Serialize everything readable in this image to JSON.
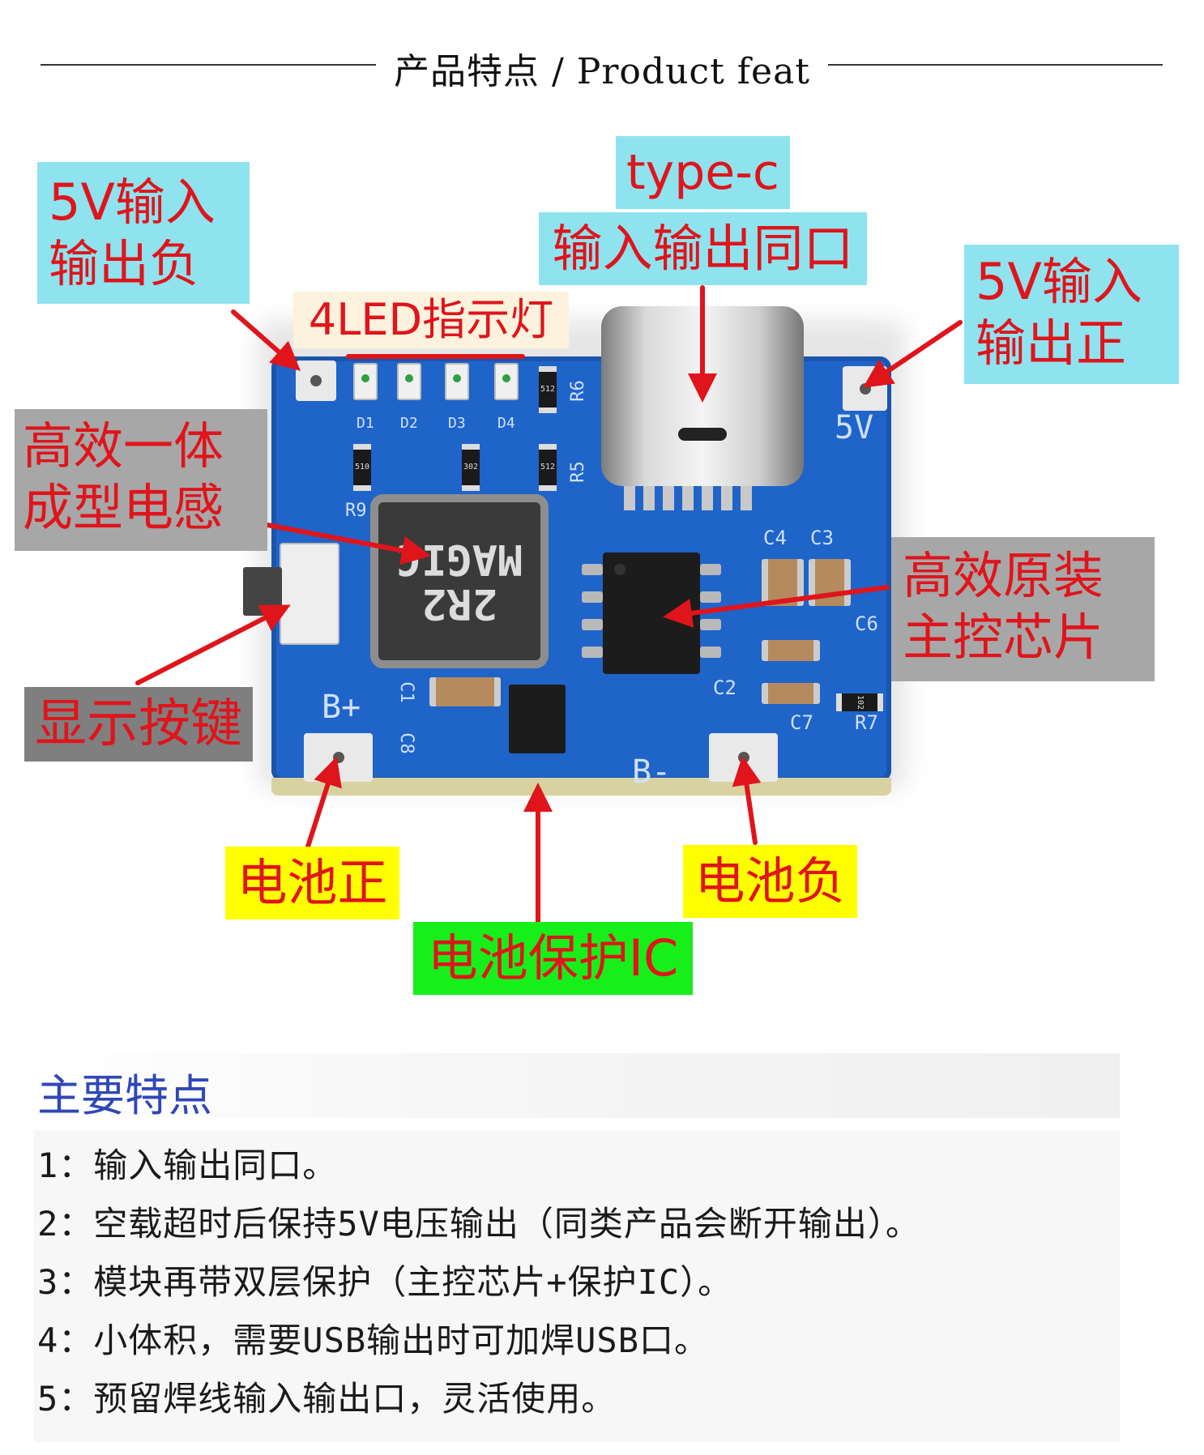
{
  "header": {
    "title": "产品特点 / Product feat"
  },
  "callouts": {
    "input_neg": [
      "5V输入",
      "输出负"
    ],
    "type_c": [
      "type-c",
      "输入输出同口"
    ],
    "input_pos": [
      "5V输入",
      "输出正"
    ],
    "led_indicator": "4LED指示灯",
    "inductor": [
      "高效一体",
      "成型电感"
    ],
    "main_chip": [
      "高效原装",
      "主控芯片"
    ],
    "display_button": "显示按键",
    "battery_pos": "电池正",
    "battery_neg": "电池负",
    "battery_protect_ic": "电池保护IC"
  },
  "board": {
    "inductor_marking": [
      "2R2",
      "MAGIC"
    ],
    "silk_5v": "5V",
    "silk_b_plus": "B+",
    "silk_b_minus": "B-",
    "silk_c1": "C1",
    "silk_c3": "C3",
    "silk_c4": "C4",
    "silk_c6": "C6",
    "silk_c7": "C7",
    "silk_c2": "C2",
    "silk_c8": "C8",
    "silk_r5": "R5",
    "silk_r6": "R6",
    "silk_r7": "R7",
    "silk_r9": "R9",
    "silk_d": [
      "D1",
      "D2",
      "D3",
      "D4"
    ],
    "resistor_codes": [
      "512",
      "512",
      "302",
      "510",
      "102"
    ]
  },
  "features": {
    "title": "主要特点",
    "items": [
      "1：输入输出同口。",
      "2：空载超时后保持5V电压输出（同类产品会断开输出）。",
      "3：模块再带双层保护（主控芯片+保护IC）。",
      "4：小体积，需要USB输出时可加焊USB口。",
      "5：预留焊线输入输出口，灵活使用。"
    ]
  },
  "colors": {
    "label_red": "#e0141b",
    "cyan_bg": "#8ee3ef",
    "gray_bg": "#a7a7a7",
    "yellow_bg": "#ffff00",
    "green_bg": "#17ef1a",
    "pcb_blue": "#1f64c9",
    "feature_title_blue": "#2f47b7"
  }
}
